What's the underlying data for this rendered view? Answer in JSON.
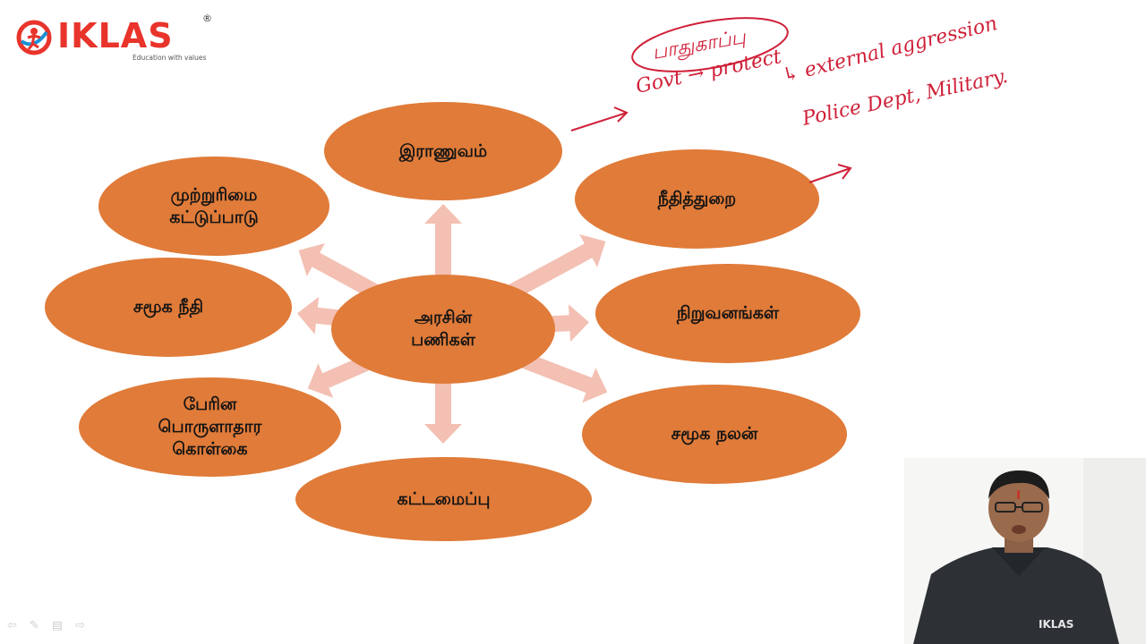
{
  "brand": {
    "name": "IKLAS",
    "registered": "®",
    "tagline": "Education with values",
    "primary_color": "#e8342b",
    "accent_color": "#1a8fd6"
  },
  "diagram": {
    "node_color": "#e07b39",
    "arrow_color": "#f3c0b3",
    "center": {
      "label": "அரசின்\nபணிகள்"
    },
    "nodes": [
      {
        "id": "army",
        "label": "இராணுவம்"
      },
      {
        "id": "judiciary",
        "label": "நீதித்துறை"
      },
      {
        "id": "institutions",
        "label": "நிறுவனங்கள்"
      },
      {
        "id": "social-welfare",
        "label": "சமூக நலன்"
      },
      {
        "id": "infrastructure",
        "label": "கட்டமைப்பு"
      },
      {
        "id": "macro-economic-policy",
        "label": "பேரின\nபொருளாதார\nகொள்கை"
      },
      {
        "id": "social-justice",
        "label": "சமூக நீதி"
      },
      {
        "id": "monopoly-control",
        "label": "முற்றுரிமை\nகட்டுப்பாடு"
      }
    ]
  },
  "annotations": {
    "color": "#cf2038",
    "line1": "பாதுகாப்பு",
    "line2": "Govt → protect",
    "line3": "↳ external aggression",
    "line4": "Police Dept, Military."
  },
  "controls": [
    "⇦",
    "✎",
    "▤",
    "⇨"
  ],
  "presenter_shirt_logo": "IKLAS"
}
